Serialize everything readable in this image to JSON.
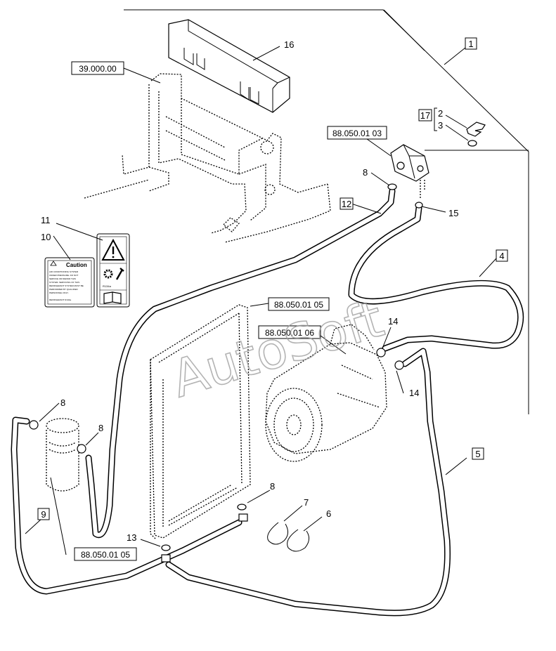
{
  "callouts": {
    "c1": "1",
    "c2": "2",
    "c3": "3",
    "c4": "4",
    "c5": "5",
    "c6": "6",
    "c7": "7",
    "c8a": "8",
    "c8b": "8",
    "c8c": "8",
    "c8d": "8",
    "c9": "9",
    "c10": "10",
    "c11": "11",
    "c12": "12",
    "c13": "13",
    "c14a": "14",
    "c14b": "14",
    "c15": "15",
    "c16": "16",
    "c17": "17"
  },
  "refs": {
    "r39": "39.000.00",
    "r88_03": "88.050.01 03",
    "r88_05a": "88.050.01 05",
    "r88_06": "88.050.01 06",
    "r88_05b": "88.050.01 05"
  },
  "label": {
    "caution_title": "Caution",
    "caution_lines": [
      "AIR CONDITIONING SYSTEM",
      "UNDER PRESSURE. DO NOT",
      "SERVICE OR REPAIR THIS",
      "SYSTEM. SERVICING OF THIS",
      "REFRIGERANT SYSTEM MUST BE",
      "PERFORMED BY QUALIFIED",
      "PERSONNEL ONLY."
    ],
    "caution_footer": "REFRIGERANT R134a",
    "r134a": "R134a"
  },
  "watermark": "AutoSoft"
}
